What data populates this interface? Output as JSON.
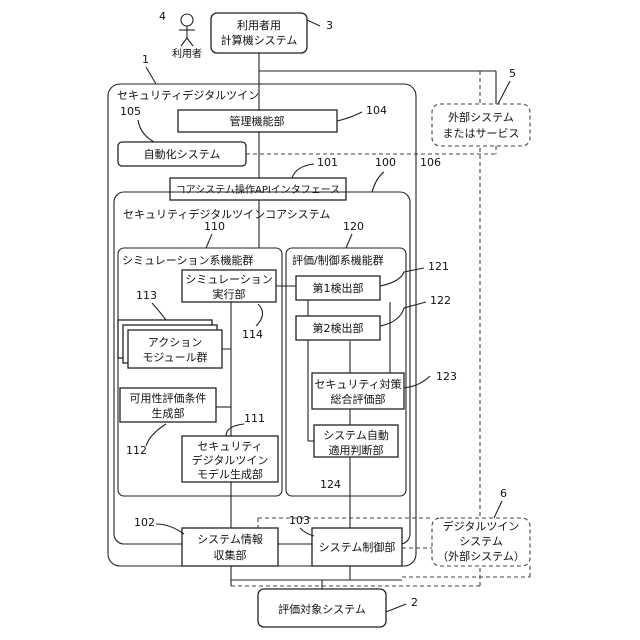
{
  "actor": {
    "number": "4",
    "label": "利用者"
  },
  "user_system": {
    "number": "3",
    "line1": "利用者用",
    "line2": "計算機システム"
  },
  "sdt": {
    "number": "1",
    "title": "セキュリティデジタルツイン"
  },
  "management": {
    "number": "104",
    "label": "管理機能部"
  },
  "automation": {
    "number": "105",
    "label": "自動化システム"
  },
  "external_service": {
    "number": "5",
    "line1": "外部システム",
    "line2": "またはサービス"
  },
  "api": {
    "number": "101",
    "label": "コアシステム操作APIインタフェース"
  },
  "core": {
    "number": "100",
    "title": "セキュリティデジタルツインコアシステム",
    "dashed_number": "106"
  },
  "sim_group": {
    "number": "110",
    "title": "シミュレーション系機能群"
  },
  "eval_group": {
    "number": "120",
    "title": "評価/制御系機能群"
  },
  "sim_exec": {
    "number": "114",
    "line1": "シミュレーション",
    "line2": "実行部"
  },
  "action_modules": {
    "number": "113",
    "line1": "アクション",
    "line2": "モジュール群"
  },
  "availability": {
    "number": "112",
    "line1": "可用性評価条件",
    "line2": "生成部"
  },
  "model_gen": {
    "number": "111",
    "line1": "セキュリティ",
    "line2": "デジタルツイン",
    "line3": "モデル生成部"
  },
  "detector1": {
    "number": "121",
    "label": "第1検出部"
  },
  "detector2": {
    "number": "122",
    "label": "第2検出部"
  },
  "total_eval": {
    "number": "123",
    "line1": "セキュリティ対策",
    "line2": "総合評価部"
  },
  "auto_judge": {
    "number": "124",
    "line1": "システム自動",
    "line2": "適用判断部"
  },
  "info_collect": {
    "number": "102",
    "line1": "システム情報",
    "line2": "収集部"
  },
  "sys_control": {
    "number": "103",
    "label": "システム制御部"
  },
  "digital_twin_ext": {
    "number": "6",
    "line1": "デジタルツイン",
    "line2": "システム",
    "line3": "（外部システム）"
  },
  "target": {
    "number": "2",
    "label": "評価対象システム"
  }
}
